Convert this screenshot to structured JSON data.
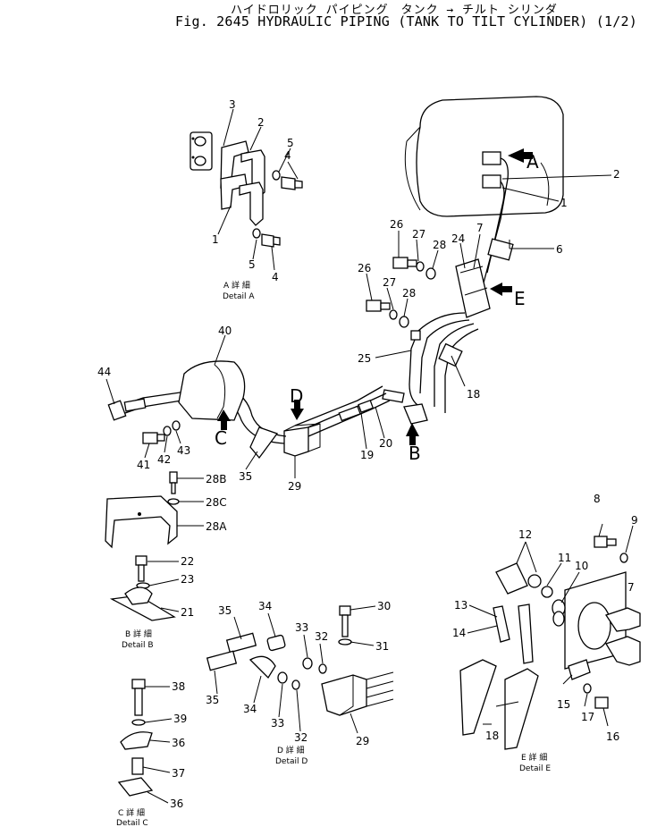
{
  "title_jp": "ハイドロリック パイピング　タンク → チルト シリンダ",
  "title_en": "Fig. 2645 HYDRAULIC PIPING (TANK TO TILT CYLINDER) (1/2)",
  "views": {
    "A": "A",
    "B": "B",
    "C": "C",
    "D": "D",
    "E": "E"
  },
  "details": {
    "a": {
      "jp": "A 詳 細",
      "en": "Detail A"
    },
    "b": {
      "jp": "B 詳 細",
      "en": "Detail B"
    },
    "c": {
      "jp": "C 詳 細",
      "en": "Detail C"
    },
    "d": {
      "jp": "D 詳 細",
      "en": "Detail D"
    },
    "e": {
      "jp": "E 詳 細",
      "en": "Detail E"
    }
  },
  "callouts": {
    "a3": "3",
    "a2": "2",
    "a5t": "5",
    "a4t": "4",
    "a1": "1",
    "a5b": "5",
    "a4b": "4",
    "m1": "1",
    "m2": "2",
    "m6": "6",
    "m7": "7",
    "m24": "24",
    "m26a": "26",
    "m27a": "27",
    "m28a": "28",
    "m26b": "26",
    "m27b": "27",
    "m28b": "28",
    "m25": "25",
    "m18": "18",
    "m20": "20",
    "m19": "19",
    "m29": "29",
    "m35": "35",
    "m40": "40",
    "m44": "44",
    "m41": "41",
    "m42": "42",
    "m43": "43",
    "c28B": "28B",
    "c28C": "28C",
    "c28A": "28A",
    "b22": "22",
    "b23": "23",
    "b21": "21",
    "c38": "38",
    "c39": "39",
    "c36a": "36",
    "c37": "37",
    "c36b": "36",
    "d35a": "35",
    "d34a": "34",
    "d33a": "33",
    "d32a": "32",
    "d30": "30",
    "d31": "31",
    "d35b": "35",
    "d34b": "34",
    "d33b": "33",
    "d32b": "32",
    "d29": "29",
    "e8": "8",
    "e9": "9",
    "e12": "12",
    "e11": "11",
    "e10": "10",
    "e7": "7",
    "e13": "13",
    "e14": "14",
    "e15": "15",
    "e17": "17",
    "e16": "16",
    "e18": "18"
  }
}
